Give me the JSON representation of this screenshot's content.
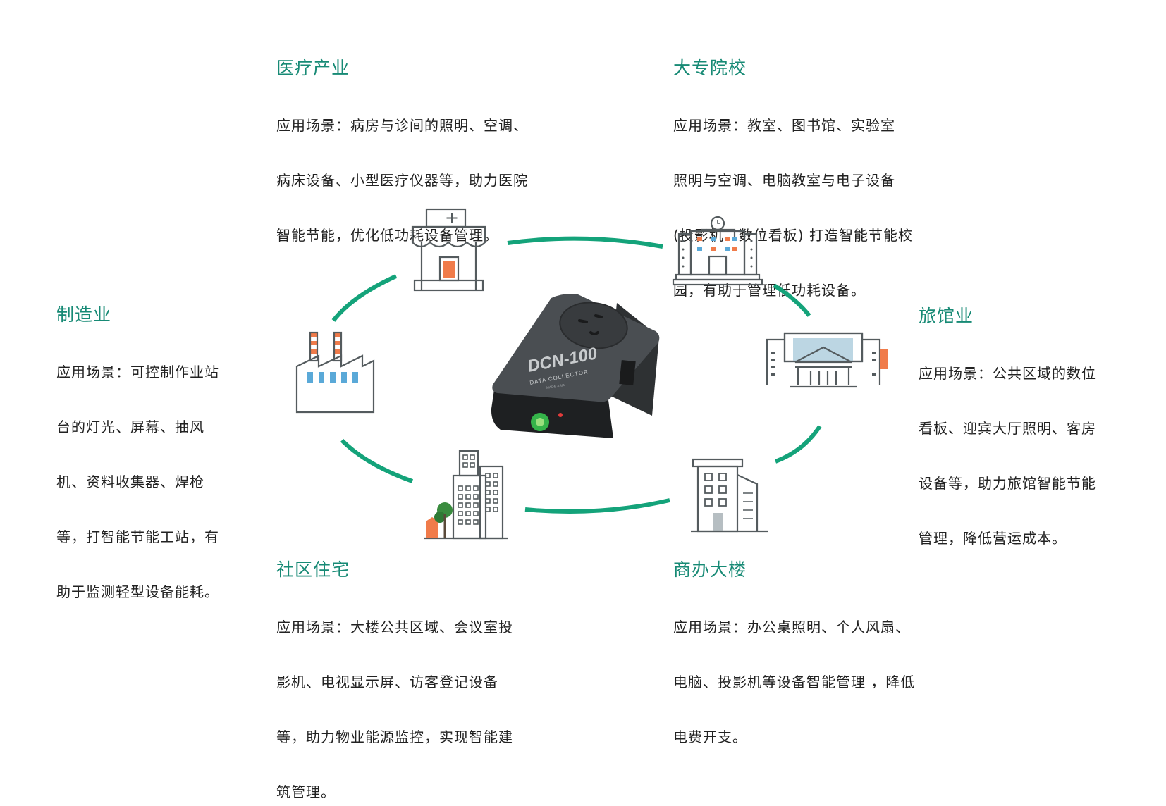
{
  "device": {
    "model_label": "DCN-100",
    "sub_label": "DATA COLLECTOR",
    "tiny_label": "MADE ASIA"
  },
  "colors": {
    "accent": "#178a75",
    "ring": "#14a37a",
    "icon_stroke": "#545b5e",
    "highlight": "#f07b4a",
    "window_blue": "#5aa9d8"
  },
  "icons": {
    "medical": "clinic-building-icon",
    "college": "school-building-icon",
    "hotel": "hotel-building-icon",
    "office": "office-tower-icon",
    "residential": "apartment-buildings-icon",
    "manufacturing": "factory-icon"
  },
  "sections": {
    "medical": {
      "title": "医疗产业",
      "lines": [
        "应用场景：病房与诊间的照明、空调、",
        "病床设备、小型医疗仪器等，助力医院",
        "智能节能，优化低功耗设备管理。"
      ]
    },
    "college": {
      "title": "大专院校",
      "lines": [
        "应用场景：教室、图书馆、实验室",
        "照明与空调、电脑教室与电子设备",
        "(投影机、数位看板) 打造智能节能校",
        "园，有助于管理低功耗设备。"
      ]
    },
    "manufacturing": {
      "title": "制造业",
      "lines": [
        "应用场景：可控制作业站",
        "台的灯光、屏幕、抽风",
        "机、资料收集器、焊枪",
        "等，打智能节能工站，有",
        "助于监测轻型设备能耗。"
      ]
    },
    "hotel": {
      "title": "旅馆业",
      "lines": [
        "应用场景：公共区域的数位",
        "看板、迎宾大厅照明、客房",
        "设备等，助力旅馆智能节能",
        "管理，降低营运成本。"
      ]
    },
    "residential": {
      "title": "社区住宅",
      "lines": [
        "应用场景：大楼公共区域、会议室投",
        "影机、电视显示屏、访客登记设备",
        "等，助力物业能源监控，实现智能建",
        "筑管理。"
      ]
    },
    "office": {
      "title": "商办大楼",
      "lines": [
        "应用场景：办公桌照明、个人风扇、",
        "电脑、投影机等设备智能管理 ，降低",
        "电费开支。"
      ]
    }
  }
}
